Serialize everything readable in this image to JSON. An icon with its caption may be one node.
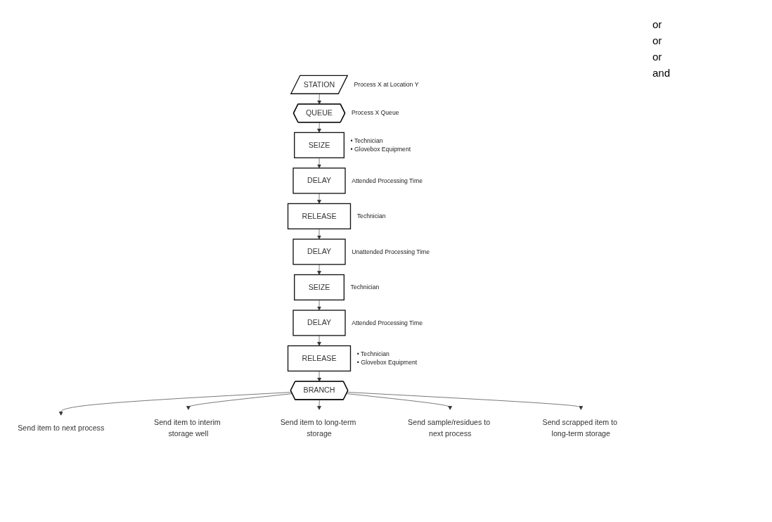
{
  "diagram": {
    "nodes": [
      {
        "text": [
          "STATION"
        ],
        "beside": [
          "Process X at Location Y"
        ]
      },
      {
        "text": [
          "QUEUE"
        ],
        "beside": [
          "Process X Queue"
        ]
      },
      {
        "text": [
          "SEIZE"
        ],
        "beside": [
          "• Technician",
          "• Glovebox Equipment"
        ]
      },
      {
        "text": [
          "DELAY"
        ],
        "beside": [
          "Attended Processing Time"
        ]
      },
      {
        "text": [
          "RELEASE"
        ],
        "beside": [
          "Technician"
        ]
      },
      {
        "text": [
          "DELAY"
        ],
        "beside": [
          "Unattended Processing Time"
        ]
      },
      {
        "text": [
          "SEIZE"
        ],
        "beside": [
          "Technician"
        ]
      },
      {
        "text": [
          "DELAY"
        ],
        "beside": [
          "Attended Processing Time"
        ]
      },
      {
        "text": [
          "RELEASE"
        ],
        "beside": [
          "• Technician",
          "• Glovebox Equipment"
        ]
      },
      {
        "text": [
          "BRANCH"
        ]
      },
      {
        "text": [
          "Send item to next process"
        ]
      },
      {
        "text": [
          "Send item to interim storage well"
        ]
      },
      {
        "text": [
          "Send item to long-term storage"
        ]
      },
      {
        "text": [
          "Send sample/residues to next process"
        ]
      },
      {
        "text": [
          "Send scrapped item to long-term storage"
        ]
      }
    ],
    "edges": [
      {
        "from": 0,
        "to": 1,
        "arrow": "to"
      },
      {
        "from": 1,
        "to": 2,
        "arrow": "to"
      },
      {
        "from": 2,
        "to": 3,
        "arrow": "to"
      },
      {
        "from": 3,
        "to": 4,
        "arrow": "to"
      },
      {
        "from": 4,
        "to": 5,
        "arrow": "to"
      },
      {
        "from": 5,
        "to": 6,
        "arrow": "to"
      },
      {
        "from": 6,
        "to": 7,
        "arrow": "to"
      },
      {
        "from": 7,
        "to": 8,
        "arrow": "to"
      },
      {
        "from": 8,
        "to": 9,
        "arrow": "to"
      },
      {
        "from": 9,
        "to": 10,
        "arrow": "to"
      },
      {
        "from": 9,
        "to": 11,
        "arrow": "to"
      },
      {
        "from": 9,
        "to": 12,
        "arrow": "to"
      },
      {
        "from": 9,
        "to": 13,
        "arrow": "to"
      },
      {
        "from": 9,
        "to": 14,
        "arrow": "to"
      }
    ],
    "labels": [
      "or",
      "or",
      "or",
      "and"
    ]
  }
}
